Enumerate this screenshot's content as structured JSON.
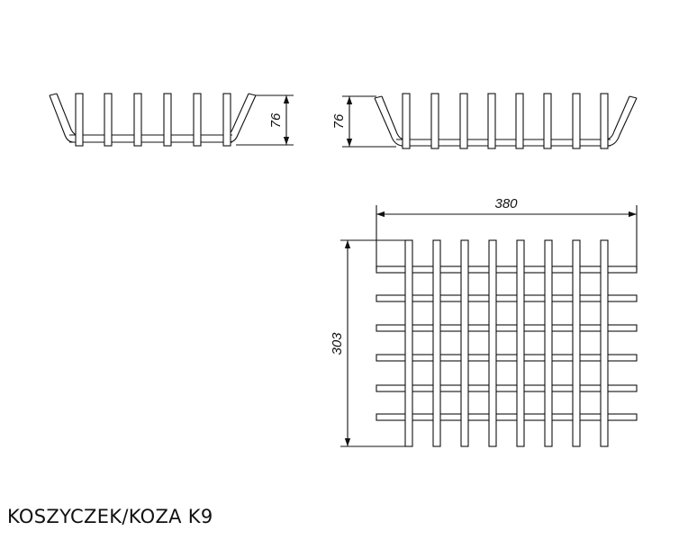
{
  "caption": "KOSZYCZEK/KOZA K9",
  "dimensions": {
    "front_height": "76",
    "side_height": "76",
    "top_width": "380",
    "top_depth": "303"
  },
  "colors": {
    "line": "#111111",
    "background": "#ffffff"
  }
}
